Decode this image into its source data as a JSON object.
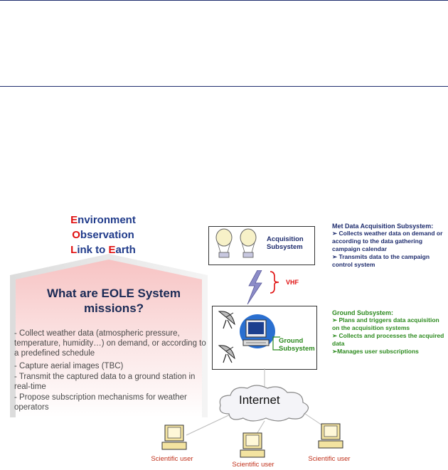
{
  "acronym": {
    "line1": {
      "cap": "E",
      "rest": "nvironment"
    },
    "line2": {
      "cap": "O",
      "rest": "bservation"
    },
    "line3_prefix": {
      "cap": "L",
      "rest": "ink to "
    },
    "line3_suffix": {
      "cap": "E",
      "rest": "arth"
    }
  },
  "missions": {
    "title": "What are EOLE System missions?",
    "items": [
      "- Collect weather data (atmospheric pressure, temperature, humidity…) on demand, or according to a predefined schedule",
      "- Capture aerial images (TBC)",
      "- Transmit the captured data to a ground station in real-time",
      "- Propose subscription mechanisms for weather operators"
    ]
  },
  "acquisition": {
    "label_line1": "Acquisition",
    "label_line2": "Subsystem",
    "side_title": "Met Data Acquisition Subsystem:",
    "side_items": [
      "➢ Collects weather data on demand or according to the data gathering campaign calendar",
      "➢ Transmits data to the campaign control system"
    ]
  },
  "link": {
    "label": "VHF"
  },
  "ground": {
    "label_line1": "Ground",
    "label_line2": "Subsystem",
    "side_title": "Ground Subsystem:",
    "side_items": [
      "➢ Plans and triggers data acquisition on the acquisition systems",
      "➢ Collects and processes the acquired data",
      "➢Manages user subscriptions"
    ]
  },
  "internet": {
    "label": "Internet"
  },
  "users": [
    "Scientific user",
    "Scientific user",
    "Scientific user"
  ],
  "colors": {
    "accent_red": "#e01010",
    "navy": "#1f2d6e",
    "green": "#2c8a1e",
    "user_red": "#c0301a"
  }
}
